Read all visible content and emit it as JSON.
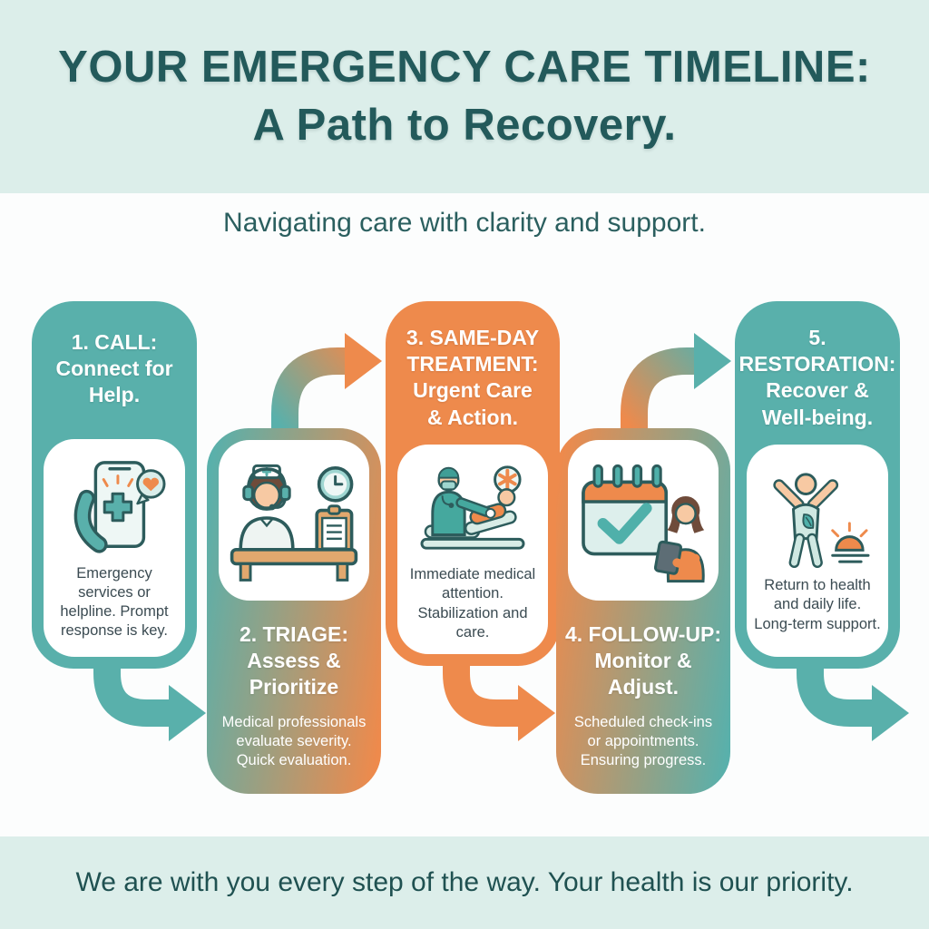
{
  "header": {
    "title_line1": "YOUR EMERGENCY CARE TIMELINE:",
    "title_line2": "A Path to Recovery.",
    "subtitle": "Navigating care with clarity and support."
  },
  "steps": [
    {
      "number": "1",
      "title": "1. CALL: Connect for Help.",
      "title_lines": [
        "1. CALL:",
        "Connect for",
        "Help."
      ],
      "description": "Emergency services or helpline. Prompt response is key.",
      "icon": "phone-call-icon",
      "card_color": "teal"
    },
    {
      "number": "2",
      "title": "2. TRIAGE: Assess & Prioritize",
      "title_lines": [
        "2. TRIAGE:",
        "Assess &",
        "Prioritize"
      ],
      "description": "Medical professionals evaluate severity. Quick evaluation.",
      "icon": "nurse-desk-icon",
      "card_color": "teal-to-orange-gradient"
    },
    {
      "number": "3",
      "title": "3. SAME-DAY TREATMENT: Urgent Care & Action.",
      "title_lines": [
        "3. SAME-DAY",
        "TREATMENT:",
        "Urgent Care",
        "& Action."
      ],
      "description": "Immediate medical attention. Stabilization and care.",
      "icon": "doctor-patient-icon",
      "card_color": "orange"
    },
    {
      "number": "4",
      "title": "4. FOLLOW-UP: Monitor & Adjust.",
      "title_lines": [
        "4. FOLLOW-UP:",
        "Monitor &",
        "Adjust."
      ],
      "description": "Scheduled check-ins or appointments. Ensuring progress.",
      "icon": "calendar-check-icon",
      "card_color": "orange-to-teal-gradient"
    },
    {
      "number": "5",
      "title": "5. RESTORATION: Recover & Well-being.",
      "title_lines": [
        "5.",
        "RESTORATION:",
        "Recover &",
        "Well-being."
      ],
      "description": "Return to health and daily life. Long-term support.",
      "icon": "recovery-sunrise-icon",
      "card_color": "teal"
    }
  ],
  "flow_arrows": [
    {
      "from": "step-1",
      "to": "step-2",
      "color": "teal"
    },
    {
      "from": "step-2",
      "to": "step-3",
      "color": "teal-to-orange"
    },
    {
      "from": "step-3",
      "to": "step-4",
      "color": "orange"
    },
    {
      "from": "step-4",
      "to": "step-5",
      "color": "orange-to-teal"
    },
    {
      "from": "step-5",
      "to": "out",
      "color": "teal"
    }
  ],
  "footer": {
    "message": "We are with you every step of the way. Your health is our priority."
  },
  "colors": {
    "teal": "#59b0ab",
    "orange": "#ee8a4c",
    "dark_teal_text": "#235a5b",
    "light_mint_band": "#dceeea",
    "panel_white": "#ffffff",
    "description_dark": "#3b4b52",
    "outline_dark": "#2d5c5c",
    "skin": "#f7c9a3",
    "wood_tan": "#e2a86e"
  }
}
